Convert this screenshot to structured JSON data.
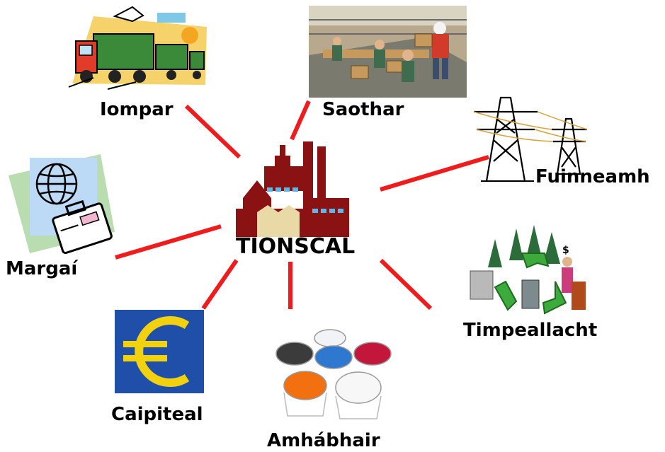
{
  "center": {
    "label": "TIONSCAL"
  },
  "nodes": [
    {
      "id": "iompar",
      "label": "Iompar",
      "icon": "truck-money-icon"
    },
    {
      "id": "saothar",
      "label": "Saothar",
      "icon": "factory-workers-icon"
    },
    {
      "id": "fuinneamh",
      "label": "Fuinneamh",
      "icon": "power-pylons-icon"
    },
    {
      "id": "margai",
      "label": "Margaí",
      "icon": "globe-briefcase-icon"
    },
    {
      "id": "timpeallacht",
      "label": "Timpeallacht",
      "icon": "recycling-icon"
    },
    {
      "id": "caipiteal",
      "label": "Caipiteal",
      "icon": "euro-icon"
    },
    {
      "id": "amhabhair",
      "label": "Amhábhair",
      "icon": "raw-materials-icon"
    }
  ],
  "colors": {
    "connector": "#ee1c1c",
    "factory": "#8b1212",
    "euro_bg": "#1f4fa8",
    "euro_sign": "#f2d20f"
  }
}
